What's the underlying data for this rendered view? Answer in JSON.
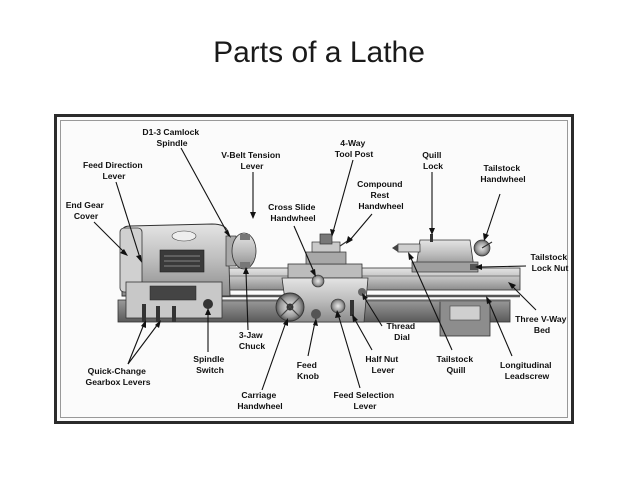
{
  "title": "Parts of a Lathe",
  "labels": {
    "d1_3_camlock_spindle": [
      "D1-3 Camlock",
      "Spindle"
    ],
    "feed_direction_lever": [
      "Feed Direction",
      "Lever"
    ],
    "v_belt_tension_lever": [
      "V-Belt Tension",
      "Lever"
    ],
    "four_way_tool_post": [
      "4-Way",
      "Tool Post"
    ],
    "quill_lock": [
      "Quill",
      "Lock"
    ],
    "tailstock_handwheel": [
      "Tailstock",
      "Handwheel"
    ],
    "end_gear_cover": [
      "End Gear",
      "Cover"
    ],
    "cross_slide_handwheel": [
      "Cross Slide",
      "Handwheel"
    ],
    "compound_rest_handwheel": [
      "Compound",
      "Rest",
      "Handwheel"
    ],
    "tailstock_lock_nut": [
      "Tailstock",
      "Lock Nut"
    ],
    "three_v_way_bed": [
      "Three V-Way",
      "Bed"
    ],
    "three_jaw_chuck": [
      "3-Jaw",
      "Chuck"
    ],
    "thread_dial": [
      "Thread",
      "Dial"
    ],
    "quick_change_gearbox_levers": [
      "Quick-Change",
      "Gearbox Levers"
    ],
    "spindle_switch": [
      "Spindle",
      "Switch"
    ],
    "feed_knob": [
      "Feed",
      "Knob"
    ],
    "half_nut_lever": [
      "Half Nut",
      "Lever"
    ],
    "tailstock_quill": [
      "Tailstock",
      "Quill"
    ],
    "longitudinal_leadscrew": [
      "Longitudinal",
      "Leadscrew"
    ],
    "carriage_handwheel": [
      "Carriage",
      "Handwheel"
    ],
    "feed_selection_lever": [
      "Feed Selection",
      "Lever"
    ]
  }
}
